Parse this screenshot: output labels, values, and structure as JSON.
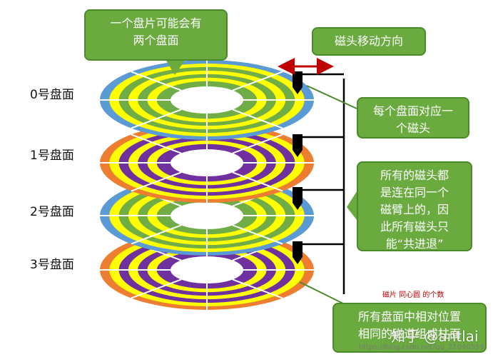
{
  "callouts": {
    "two_sides": "一个盘片可能会有\n两个盘面",
    "head_direction": "磁头移动方向",
    "one_head_per_surface": "每个盘面对应一\n个磁头",
    "same_arm": "所有的磁头都\n是连在同一个\n磁臂上的，因\n此所有磁头只\n能“共进退”",
    "cylinder": "所有盘面中相对位置\n相同的磁道组成柱面"
  },
  "platters": [
    {
      "label": "0号盘面"
    },
    {
      "label": "1号盘面"
    },
    {
      "label": "2号盘面"
    },
    {
      "label": "3号盘面"
    }
  ],
  "red_note": "磁片 同心圆 的个数",
  "watermark": "知乎 @antlai",
  "watermark_url": "https://blog.csdn.net/qq_21040559",
  "colors": {
    "callout_bg": "#6aaa3f",
    "arrow": "#c00000",
    "head": "#000000",
    "platter_a_rings": [
      "#5b9bd5",
      "#ffff00",
      "#70ad47",
      "#ffff00",
      "#70ad47",
      "#ffff00",
      "#70ad47"
    ],
    "platter_b_rings": [
      "#ed7d31",
      "#ffff00",
      "#7030a0",
      "#ffff00",
      "#7030a0",
      "#ffff00",
      "#7030a0"
    ]
  }
}
